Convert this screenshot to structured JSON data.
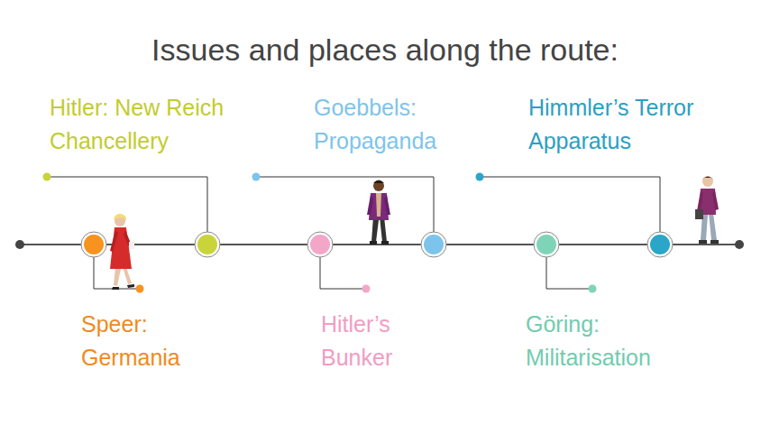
{
  "diagram": {
    "title": "Issues and places along the route:",
    "labels": [
      "Hitler: New Reich Chancellery",
      "Goebbels: Propaganda",
      "Himmler’s Terror Apparatus",
      "Speer: Germania",
      "Hitler’s Bunker",
      "Göring: Militarisation"
    ]
  }
}
